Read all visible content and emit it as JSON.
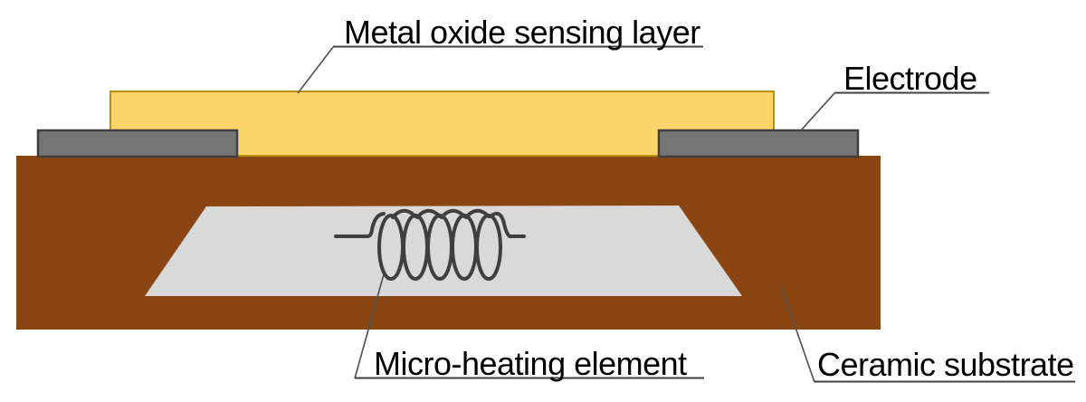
{
  "labels": {
    "sensing_layer": "Metal oxide sensing layer",
    "electrode": "Electrode",
    "micro_heating": "Micro-heating element",
    "ceramic_substrate": "Ceramic substrate"
  },
  "icons": {
    "heater_coil": "inductor-coil-icon"
  },
  "colors": {
    "background": "#FFFFFF",
    "sensing-layer-fill": "#FBD56A",
    "sensing-layer-border": "#BF9000",
    "substrate-fill": "#8B4513",
    "electrode-fill": "#757575",
    "electrode-border": "#3F3F3F",
    "heater-plate-fill": "#D9D9D9",
    "coil-stroke": "#3F3F3F",
    "leader-line": "#555555",
    "underline": "#404040",
    "label-text": "#000000"
  }
}
